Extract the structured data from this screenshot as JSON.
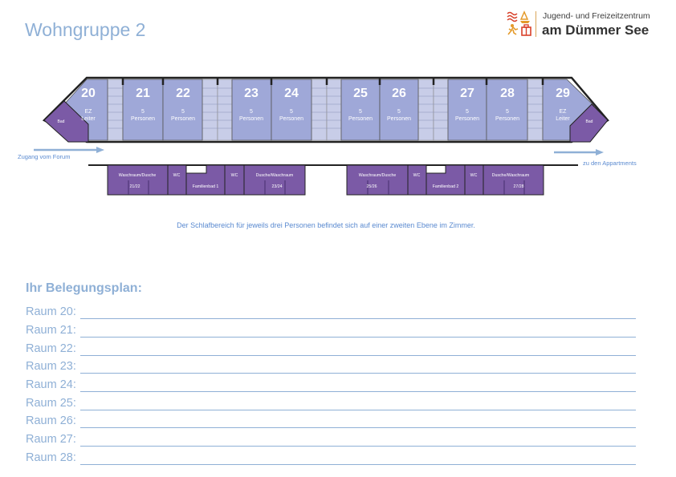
{
  "page_title": "Wohngruppe 2",
  "logo": {
    "line1": "Jugend- und Freizeitzentrum",
    "line2": "am Dümmer See"
  },
  "floorplan": {
    "rooms": [
      {
        "number": "20",
        "line1": "EZ",
        "line2": "Leiter"
      },
      {
        "number": "21",
        "line1": "5",
        "line2": "Personen"
      },
      {
        "number": "22",
        "line1": "5",
        "line2": "Personen"
      },
      {
        "number": "23",
        "line1": "5",
        "line2": "Personen"
      },
      {
        "number": "24",
        "line1": "5",
        "line2": "Personen"
      },
      {
        "number": "25",
        "line1": "5",
        "line2": "Personen"
      },
      {
        "number": "26",
        "line1": "5",
        "line2": "Personen"
      },
      {
        "number": "27",
        "line1": "5",
        "line2": "Personen"
      },
      {
        "number": "28",
        "line1": "5",
        "line2": "Personen"
      },
      {
        "number": "29",
        "line1": "EZ",
        "line2": "Leiter"
      }
    ],
    "bad_left": "Bad",
    "bad_right": "Bad",
    "zugang": "Zugang vom Forum",
    "appartments": "zu den Appartments",
    "baths_left": {
      "waschraum": "Waschraum/Dusche",
      "waschraum_num": "21/22",
      "wc1": "WC",
      "familienbad": "Familienbad 1",
      "wc2": "WC",
      "dusche": "Dusche/Waschraum",
      "dusche_num": "23/24"
    },
    "baths_right": {
      "waschraum": "Waschraum/Dusche",
      "waschraum_num": "25/26",
      "wc1": "WC",
      "familienbad": "Familienbad 2",
      "wc2": "WC",
      "dusche": "Dusche/Waschraum",
      "dusche_num": "27/28"
    }
  },
  "caption": "Der Schlafbereich für jeweils drei Personen befindet sich auf einer zweiten Ebene im Zimmer.",
  "belegungsplan": {
    "title": "Ihr Belegungsplan:",
    "rows": [
      "Raum 20:",
      "Raum 21:",
      "Raum 22:",
      "Raum 23:",
      "Raum 24:",
      "Raum 25:",
      "Raum 26:",
      "Raum 27:",
      "Raum 28:"
    ]
  },
  "colors": {
    "title_blue": "#8fb0d6",
    "room_fill": "#9fa8d8",
    "bath_fill": "#7b5aa6",
    "stair_fill": "#c8cde8",
    "caption_blue": "#5a8ad0",
    "logo_red": "#d8402a",
    "logo_orange": "#e49a2a"
  }
}
